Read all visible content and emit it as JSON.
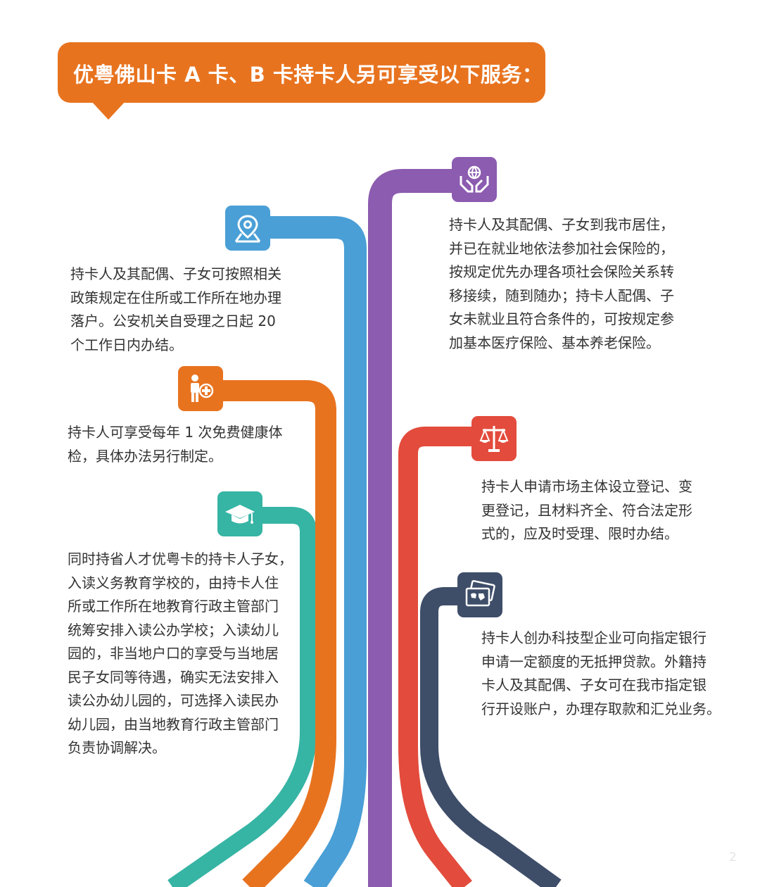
{
  "header": {
    "title": "优粤佛山卡 A 卡、B 卡持卡人另可享受以下服务："
  },
  "colors": {
    "header": "#e8731f",
    "blue": "#4a9fd6",
    "orange": "#e8731f",
    "teal": "#36b4a4",
    "purple": "#8c5cb0",
    "red": "#e34b3c",
    "navy": "#3e4e69"
  },
  "services": {
    "household": {
      "icon": "map-pin-icon",
      "text": "持卡人及其配偶、子女可按照相关\n政策规定在住所或工作所在地办理\n落户。公安机关自受理之日起 20\n个工作日内办结。"
    },
    "health": {
      "icon": "medical-person-icon",
      "text": "持卡人可享受每年 1 次免费健康体\n检，具体办法另行制定。"
    },
    "education": {
      "icon": "graduation-cap-icon",
      "text": "同时持省人才优粤卡的持卡人子女，\n入读义务教育学校的，由持卡人住\n所或工作所在地教育行政主管部门\n统筹安排入读公办学校；入读幼儿\n园的，非当地户口的享受与当地居\n民子女同等待遇，确实无法安排入\n读公办幼儿园的，可选择入读民办\n幼儿园，由当地教育行政主管部门\n负责协调解决。"
    },
    "insurance": {
      "icon": "hands-globe-icon",
      "text": "持卡人及其配偶、子女到我市居住，\n并已在就业地依法参加社会保险的，\n按规定优先办理各项社会保险关系转\n移接续，随到随办；持卡人配偶、子\n女未就业且符合条件的，可按规定参\n加基本医疗保险、基本养老保险。"
    },
    "registration": {
      "icon": "scales-icon",
      "text": "持卡人申请市场主体设立登记、变\n更登记，且材料齐全、符合法定形\n式的，应及时受理、限时办结。"
    },
    "banking": {
      "icon": "bank-cards-icon",
      "text": "持卡人创办科技型企业可向指定银行\n申请一定额度的无抵押贷款。外籍持\n卡人及其配偶、子女可在我市指定银\n行开设账户，办理存取款和汇兑业务。"
    }
  },
  "page_number": "2"
}
